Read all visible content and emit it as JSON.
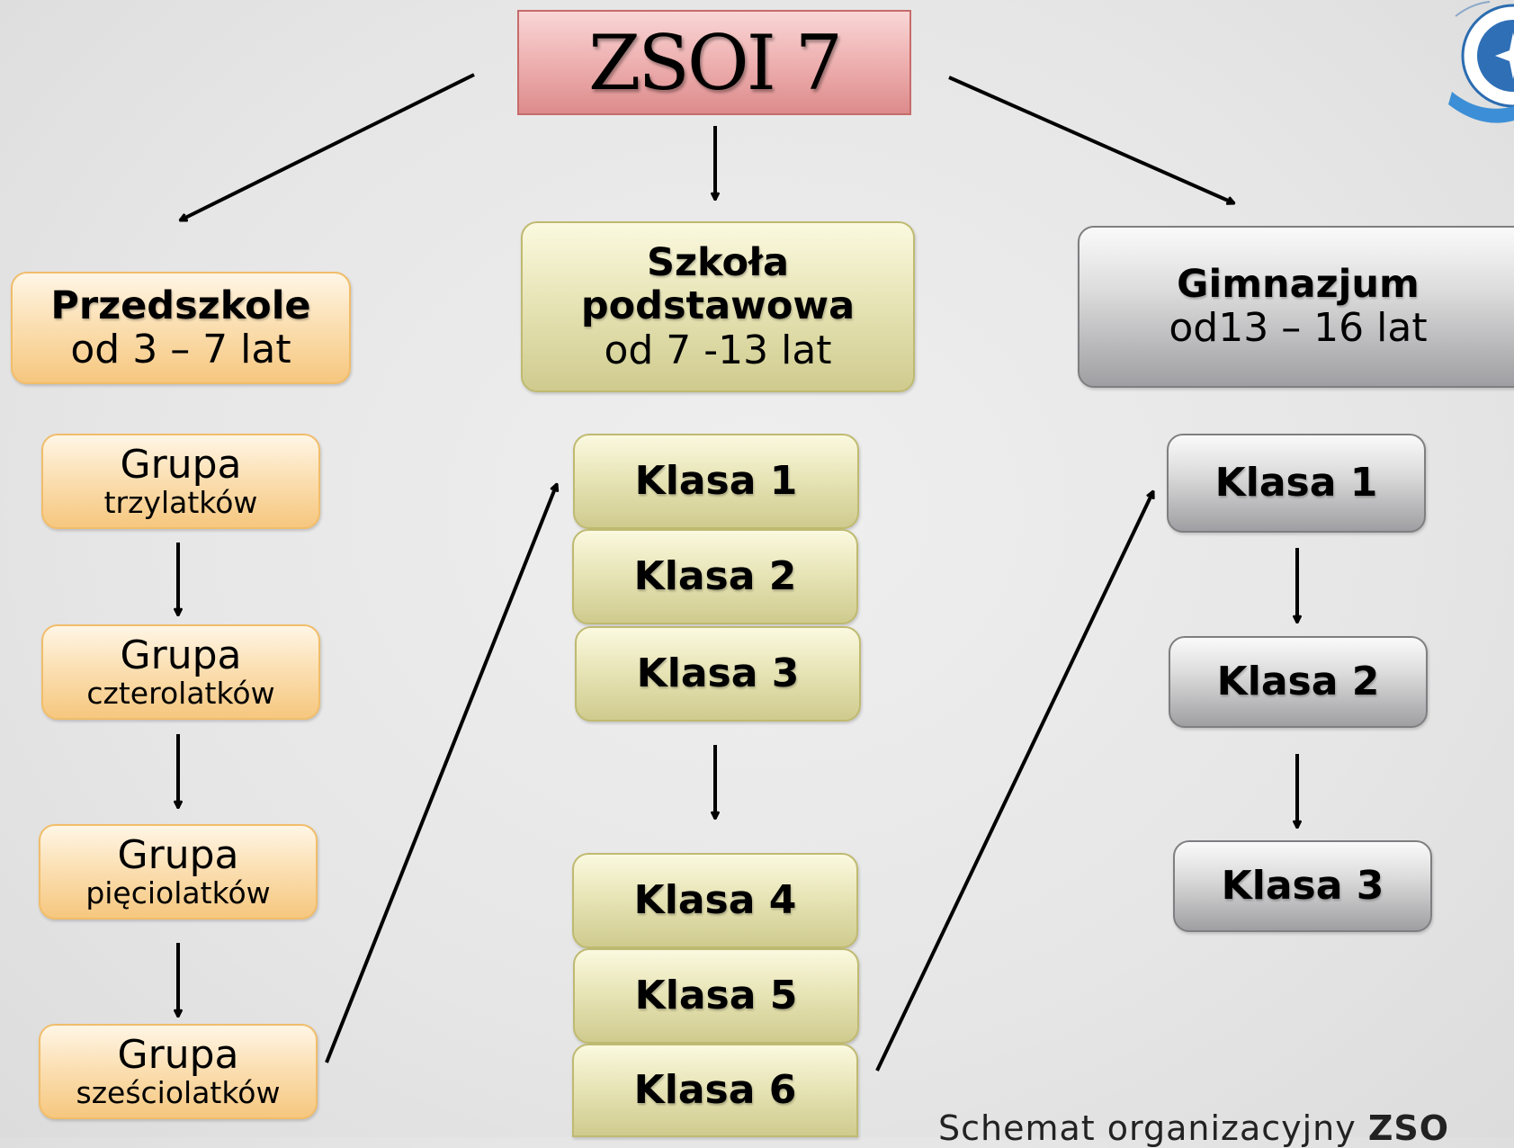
{
  "title": "ZSOI 7",
  "przedszkole": {
    "header_bold": "Przedszkole",
    "header_sub": "od 3 – 7 lat",
    "groups": [
      {
        "main": "Grupa",
        "sub": "trzylatków"
      },
      {
        "main": "Grupa",
        "sub": "czterolatków"
      },
      {
        "main": "Grupa",
        "sub": "pięciolatków"
      },
      {
        "main": "Grupa",
        "sub": "sześciolatków"
      }
    ]
  },
  "podstawowa": {
    "header_bold_1": "Szkoła",
    "header_bold_2": "podstawowa",
    "header_sub": "od 7 -13 lat",
    "classes": [
      "Klasa 1",
      "Klasa 2",
      "Klasa 3",
      "Klasa 4",
      "Klasa 5",
      "Klasa 6"
    ]
  },
  "gimnazjum": {
    "header_bold": "Gimnazjum",
    "header_sub": "od13 – 16 lat",
    "classes": [
      "Klasa 1",
      "Klasa 2",
      "Klasa 3"
    ]
  },
  "caption": {
    "text": "Schemat organizacyjny ",
    "bold": "ZSO"
  },
  "colors": {
    "title_fill": "#eeb0b0",
    "preschool_fill": "#fbe0b4",
    "primary_fill": "#e8e5b8",
    "gymnasium_fill": "#dcdcdc"
  }
}
